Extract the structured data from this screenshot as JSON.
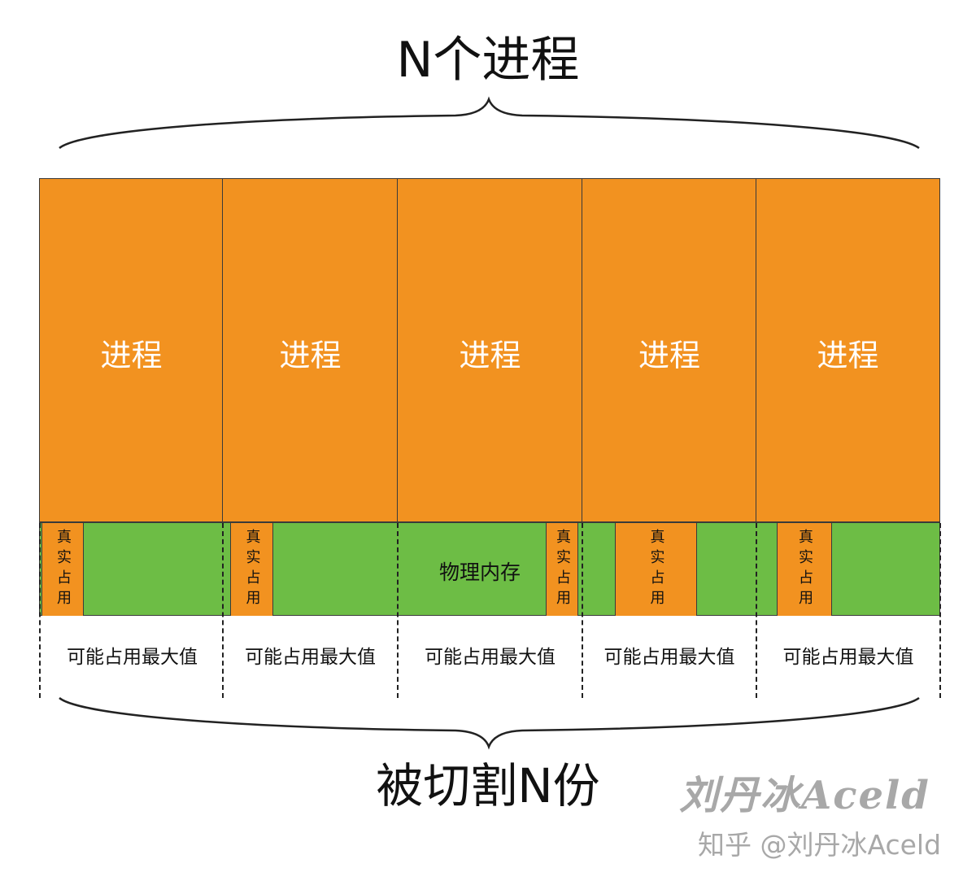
{
  "title_top": "N个进程",
  "title_bottom": "被切割N份",
  "processes": [
    {
      "label": "进程",
      "real": "真实占用",
      "max": "可能占用最大值"
    },
    {
      "label": "进程",
      "real": "真实占用",
      "max": "可能占用最大值"
    },
    {
      "label": "进程",
      "real": "真实占用",
      "max": "可能占用最大值"
    },
    {
      "label": "进程",
      "real": "真实占用",
      "max": "可能占用最大值"
    },
    {
      "label": "进程",
      "real": "真实占用",
      "max": "可能占用最大值"
    }
  ],
  "physical_memory": "物理内存",
  "watermark": "刘丹冰Aceld",
  "watermark_site": "知乎 @刘丹冰Aceld",
  "colors": {
    "process": "#f29220",
    "memory": "#6dbd45",
    "border": "#3a3a3a"
  }
}
